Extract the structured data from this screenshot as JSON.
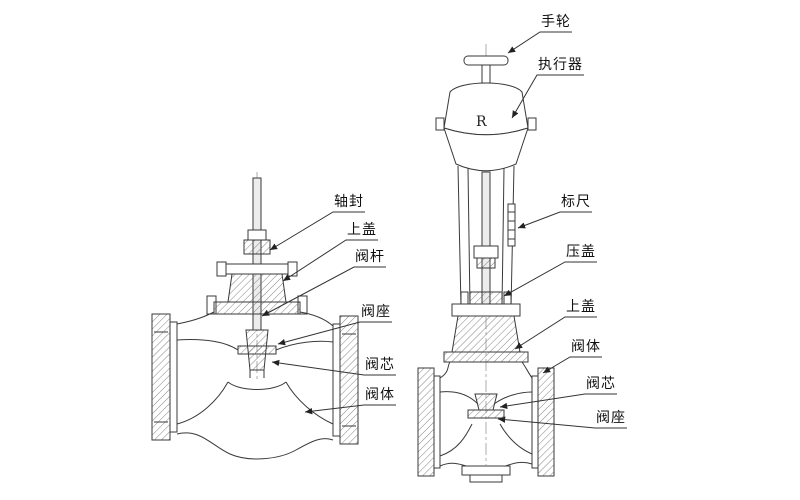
{
  "page": {
    "background": "#ffffff"
  },
  "colors": {
    "line": "#3a3a3a",
    "centerline": "#999999",
    "label_text": "#111111",
    "arrow": "#222222"
  },
  "left_valve": {
    "labels": [
      {
        "id": "shaft-seal",
        "text": "轴封"
      },
      {
        "id": "upper-cover",
        "text": "上盖"
      },
      {
        "id": "valve-stem",
        "text": "阀杆"
      },
      {
        "id": "valve-seat",
        "text": "阀座"
      },
      {
        "id": "valve-plug",
        "text": "阀芯"
      },
      {
        "id": "valve-body",
        "text": "阀体"
      }
    ]
  },
  "right_valve": {
    "marking": "R",
    "labels": [
      {
        "id": "handwheel",
        "text": "手轮"
      },
      {
        "id": "actuator",
        "text": "执行器"
      },
      {
        "id": "scale",
        "text": "标尺"
      },
      {
        "id": "gland",
        "text": "压盖"
      },
      {
        "id": "upper-cover",
        "text": "上盖"
      },
      {
        "id": "valve-body",
        "text": "阀体"
      },
      {
        "id": "valve-plug",
        "text": "阀芯"
      },
      {
        "id": "valve-seat",
        "text": "阀座"
      }
    ]
  }
}
